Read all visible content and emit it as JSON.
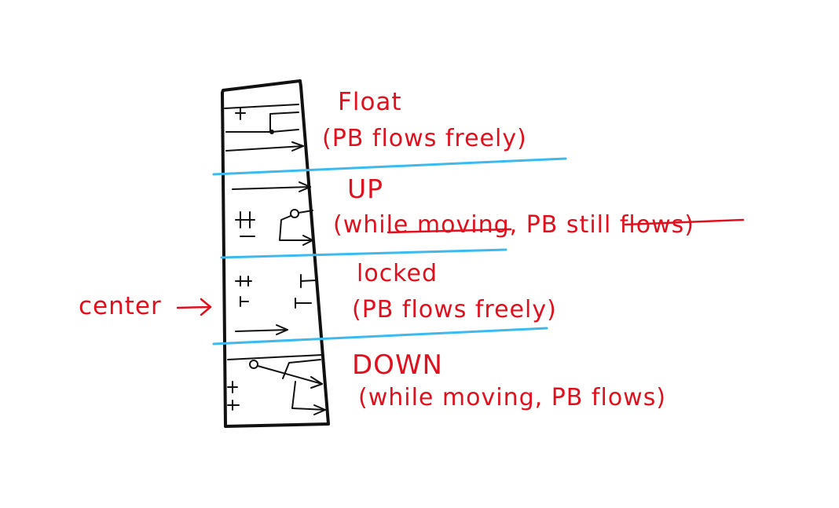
{
  "colors": {
    "annotation": "#e0101e",
    "divider": "#3cbaf0",
    "ink": "#111111",
    "background": "#ffffff"
  },
  "pointer_label": "center",
  "sections": [
    {
      "name": "Float",
      "description": "(PB flows freely)"
    },
    {
      "name": "UP",
      "description": "(while moving, PB still flows)"
    },
    {
      "name": "locked",
      "description": "(PB flows freely)"
    },
    {
      "name": "DOWN",
      "description": "(while moving, PB flows)"
    }
  ]
}
